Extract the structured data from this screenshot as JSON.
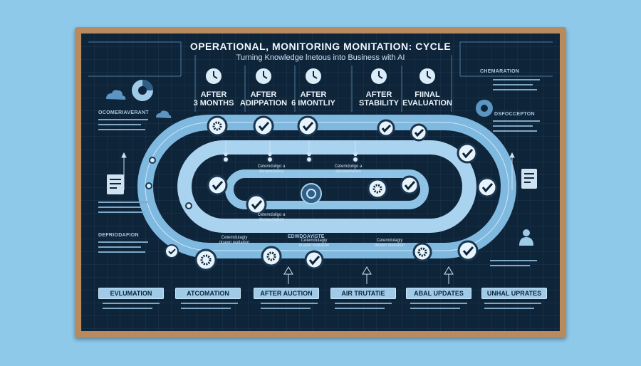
{
  "title": "OPERATIONAL, MONITORING MONITATION: CYCLE",
  "subtitle": "Turning Knowledge lnetous into Business with AI",
  "stages": [
    {
      "line1": "AFTER",
      "line2": "3 MONTHS"
    },
    {
      "line1": "AFTER",
      "line2": "ADIPPATION"
    },
    {
      "line1": "AFTER",
      "line2": "6 IMONTLIY"
    },
    {
      "line1": "AFTER",
      "line2": "STABILITY"
    },
    {
      "line1": "FIINAL",
      "line2": "EVALUATION"
    }
  ],
  "bottom_labels": [
    "EVLUMATION",
    "ATCOMATION",
    "AFTER AUCTION",
    "AIR TRUTATIE",
    "ABAL UPDATES",
    "UNHAL UPRATES"
  ],
  "side_headings": {
    "left_top": "OCOMERIAVERANT",
    "left_bottom": "DEFRIODAFION",
    "right_top": "CHEMARATION",
    "right_mid": "DSFOCCEPTON"
  },
  "inner_notes": [
    "Cetemduligo a\ndanawelation",
    "Cetemduligo a\ndanawelation",
    "Cetemduligo a\ndanawelation",
    "Cetemdulagiy\nduawn waliation",
    "Cetemdulagiy\nduawn waliation",
    "Cetemdulagiy\nduawn waliation"
  ],
  "center_word": "EDWDOAYISTE",
  "colors": {
    "panel": "#0e2439",
    "track_outer": "#7fb9df",
    "track_inner": "#a9d3ef",
    "node_ring": "#1a3550",
    "check": "#0e2439"
  },
  "icons": [
    "pie-chart-icon",
    "cloud-icon",
    "clock-icon",
    "check-icon",
    "gear-icon",
    "clipboard-icon",
    "person-icon",
    "document-icon"
  ]
}
